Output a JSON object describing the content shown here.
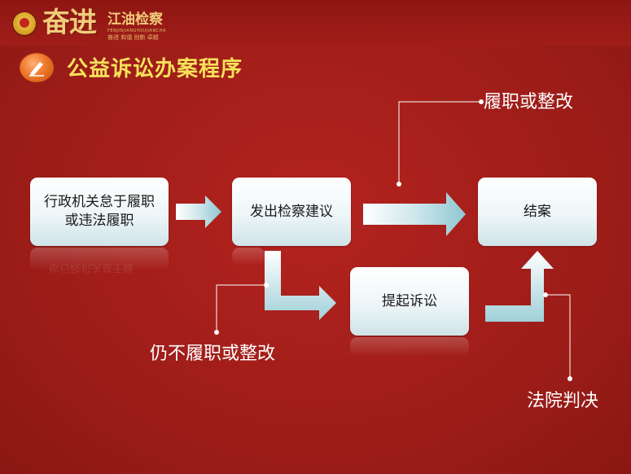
{
  "header": {
    "brand_main": "奋进",
    "brand_name": "江油检察",
    "brand_pinyin": "FENJINJIANGYOUJIANCHA",
    "brand_slogan": "奋进 和谐 创新 卓越"
  },
  "slide": {
    "title": "公益诉讼办案程序"
  },
  "flow": {
    "box_admin": "行政机关怠于履职或违法履职",
    "box_admin_reflect": "依行政机关怠于履",
    "box_recommend": "发出检察建议",
    "box_close": "结案",
    "box_litigate": "提起诉讼",
    "label_comply": "履职或整改",
    "label_still_not": "仍不履职或整改",
    "label_court": "法院判决"
  },
  "colors": {
    "background": "#a8201c",
    "title": "#f6e25a",
    "box": "#eef6f8",
    "arrow": "#bfe0e6",
    "brand": "#f1cc7a"
  }
}
